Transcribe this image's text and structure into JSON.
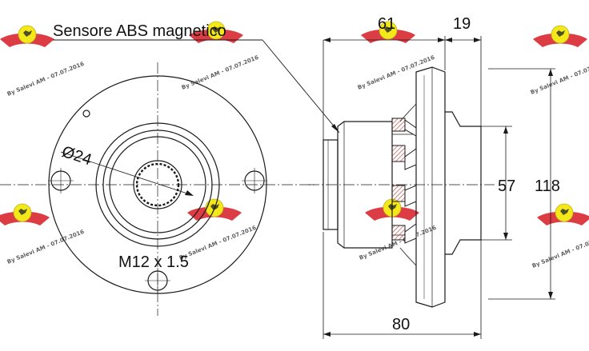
{
  "callout": {
    "text": "Sensore ABS magnetico"
  },
  "labels": {
    "bore_diameter": "Ø24",
    "thread": "M12 x 1.5",
    "dim_61": "61",
    "dim_19": "19",
    "dim_57": "57",
    "dim_118": "118",
    "dim_80": "80"
  },
  "watermark": {
    "text": "By Salevi AM - 07.07.2016"
  },
  "colors": {
    "line": "#1a1a1a",
    "logo_red": "#d8262e",
    "logo_yellow": "#f2e600"
  }
}
